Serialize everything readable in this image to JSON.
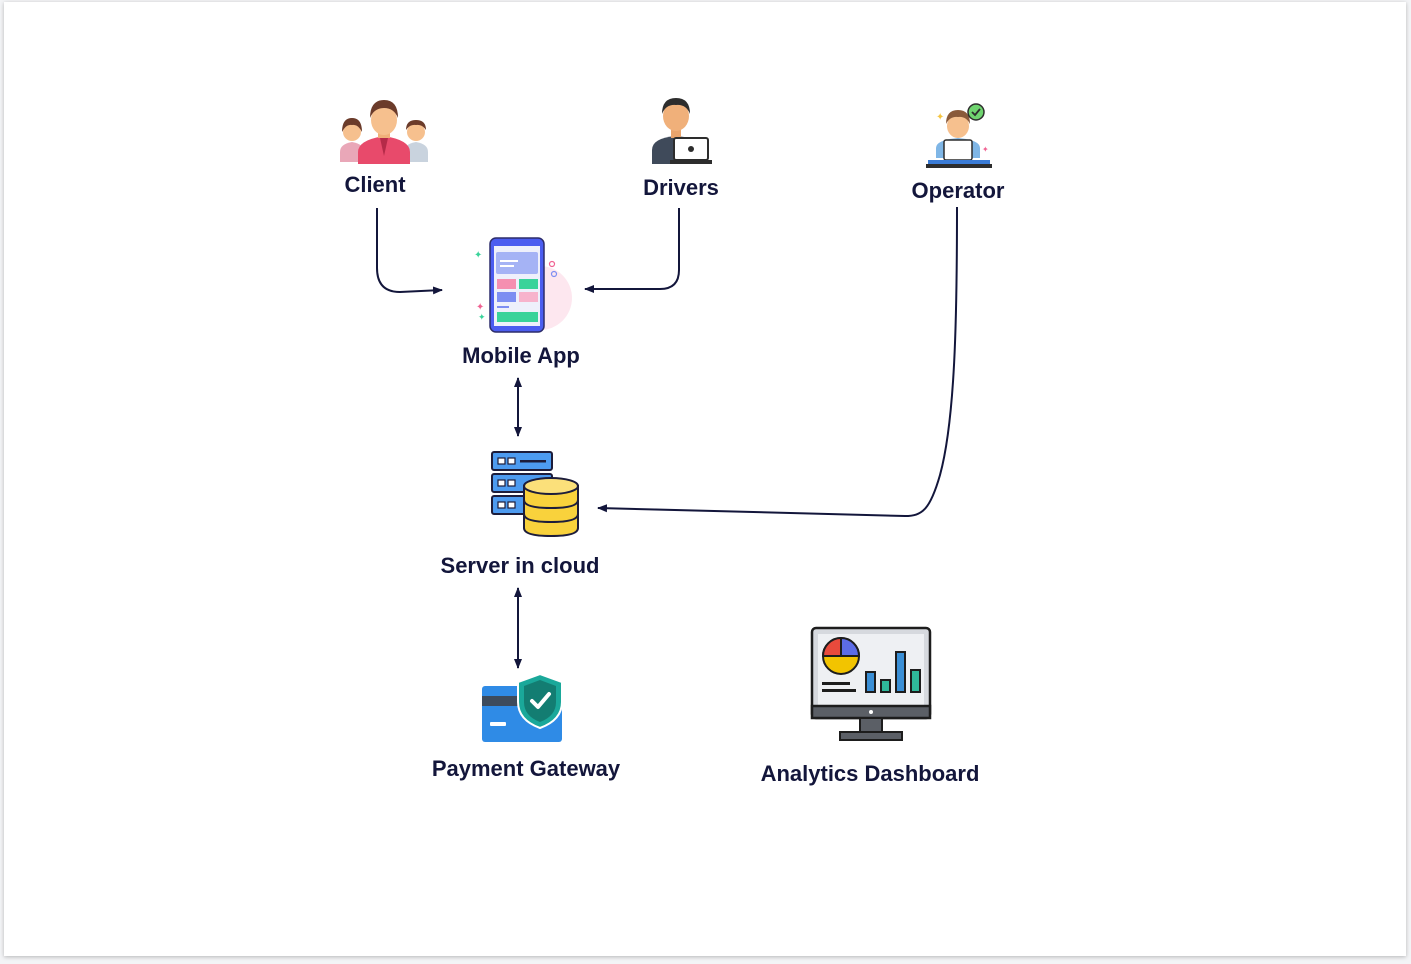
{
  "nodes": {
    "client": {
      "label": "Client",
      "icon": "group-of-people-icon"
    },
    "drivers": {
      "label": "Drivers",
      "icon": "driver-with-laptop-icon"
    },
    "operator": {
      "label": "Operator",
      "icon": "operator-at-desk-icon"
    },
    "mobile_app": {
      "label": "Mobile App",
      "icon": "smartphone-app-icon"
    },
    "server": {
      "label": "Server in cloud",
      "icon": "server-database-icon"
    },
    "payment": {
      "label": "Payment Gateway",
      "icon": "credit-card-shield-icon"
    },
    "analytics": {
      "label": "Analytics Dashboard",
      "icon": "monitor-charts-icon"
    }
  },
  "colors": {
    "text": "#13163b",
    "arrow": "#13163b"
  }
}
